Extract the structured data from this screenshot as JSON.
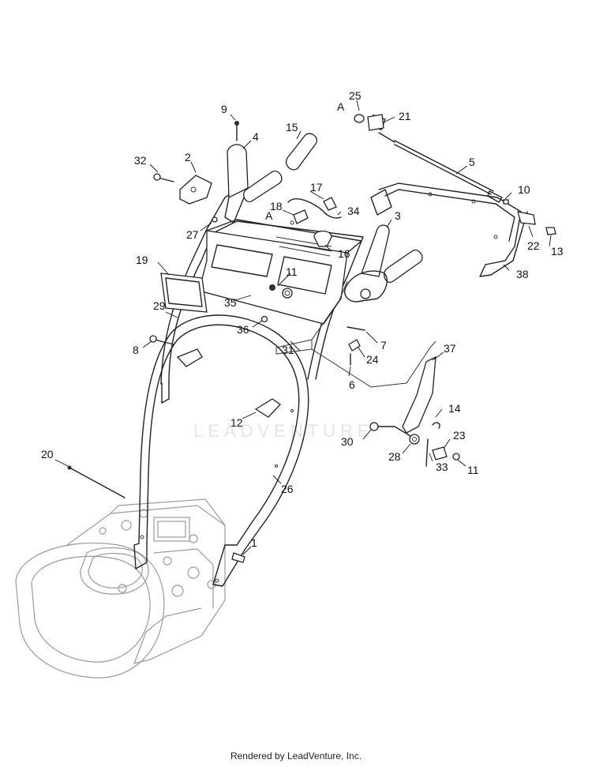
{
  "watermark": "LEADVENTURE",
  "footer": "Rendered by LeadVenture, Inc.",
  "callouts": [
    "1",
    "2",
    "3",
    "4",
    "5",
    "6",
    "7",
    "8",
    "9",
    "10",
    "11",
    "11",
    "11",
    "12",
    "13",
    "14",
    "15",
    "16",
    "17",
    "18",
    "19",
    "20",
    "21",
    "22",
    "23",
    "24",
    "25",
    "26",
    "27",
    "28",
    "29",
    "30",
    "31",
    "32",
    "33",
    "34",
    "35",
    "36",
    "37",
    "38",
    "A",
    "A"
  ]
}
